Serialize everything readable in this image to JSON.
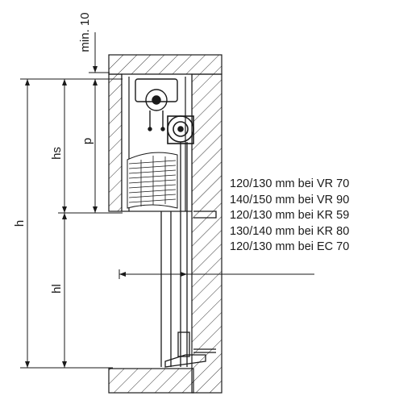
{
  "dimensions": {
    "min_gap": "min. 10",
    "total_height": "h",
    "box_height": "hs",
    "depth": "p",
    "clear_height": "hl"
  },
  "specs": [
    "120/130 mm bei VR 70",
    "140/150 mm bei VR 90",
    "120/130 mm bei KR 59",
    "130/140 mm bei KR 80",
    "120/130 mm bei EC 70"
  ],
  "colors": {
    "line": "#1a1a1a",
    "background": "#ffffff"
  }
}
